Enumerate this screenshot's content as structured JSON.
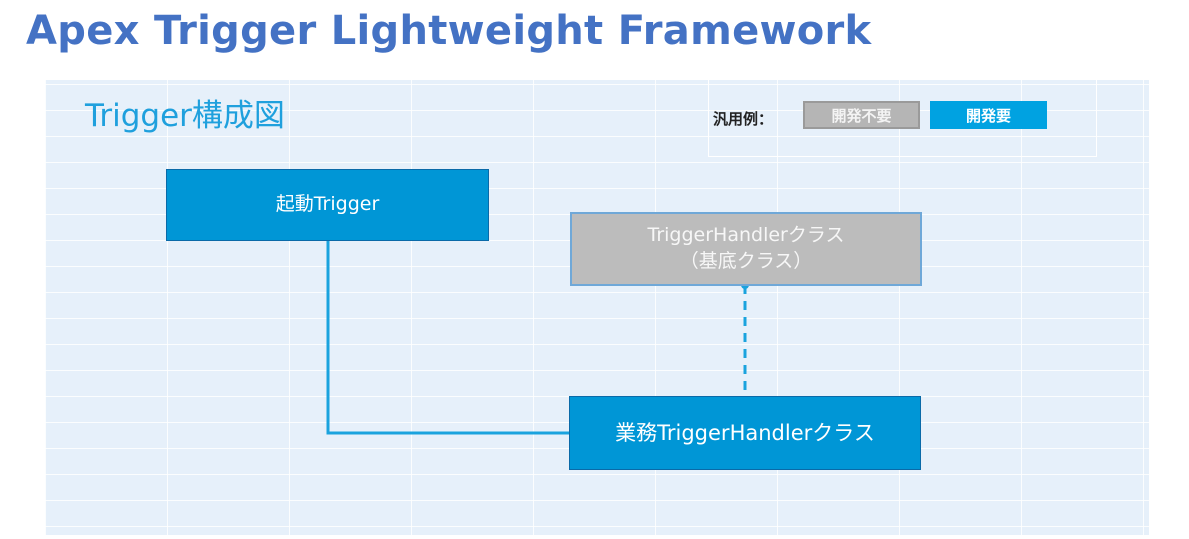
{
  "title": "Apex Trigger Lightweight Framework",
  "diagram": {
    "title": "Trigger構成図",
    "legend": {
      "label": "汎用例：",
      "gray_label": "開発不要",
      "blue_label": "開発要",
      "gray_color": "#b5b5b5",
      "blue_color": "#00a2e1"
    },
    "nodes": {
      "trigger": {
        "label": "起動Trigger"
      },
      "handler_base": {
        "line1": "TriggerHandlerクラス",
        "line2": "（基底クラス）"
      },
      "handler_business": {
        "label": "業務TriggerHandlerクラス"
      }
    },
    "colors": {
      "node_blue": "#0096d6",
      "node_gray": "#bcbcbc",
      "connector": "#1aa3de",
      "title_blue": "#4472c4"
    }
  }
}
